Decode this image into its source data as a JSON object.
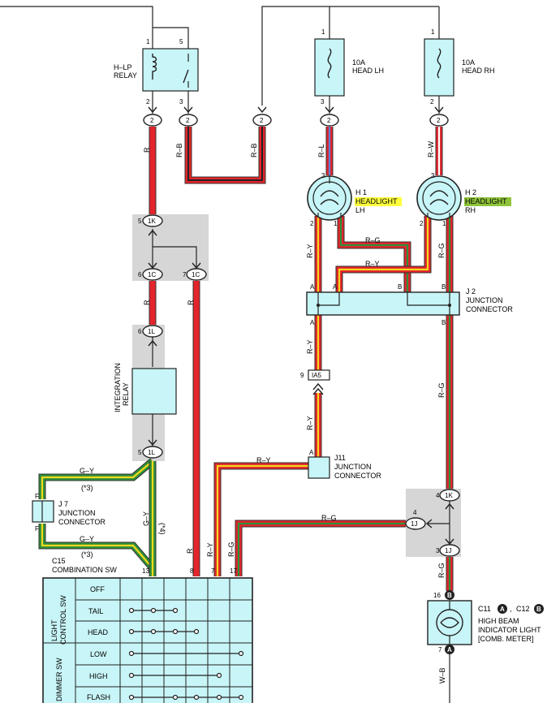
{
  "relay": {
    "label_1": "H–LP",
    "label_2": "RELAY",
    "pin_1": "1",
    "pin_5": "5",
    "pin_2": "2",
    "pin_3": "3"
  },
  "fuse_lh": {
    "amps": "10A",
    "label": "HEAD LH",
    "pin_top": "1",
    "pin_bottom": "3"
  },
  "fuse_rh": {
    "amps": "10A",
    "label": "HEAD RH",
    "pin_top": "1",
    "pin_bottom": "2"
  },
  "connectors": {
    "c_relay2": "2",
    "c_relay3": "2",
    "c_rb": "2",
    "c_lh": "2",
    "c_rh": "2",
    "c_1k_top": "1K",
    "c_1k_top_pin": "5",
    "c_1c_left": "1C",
    "c_1c_left_pin": "6",
    "c_1c_right": "1C",
    "c_1c_right_pin": "7",
    "c_1l_top": "1L",
    "c_1l_top_pin": "6",
    "c_1l_bot": "1L",
    "c_1l_bot_pin": "5",
    "c_ia5": "IA5",
    "c_ia5_pin": "9",
    "c_1k_right": "1K",
    "c_1k_right_pin": "4",
    "c_1j_left": "1J",
    "c_1j_left_pin": "4",
    "c_1j_right": "1J",
    "c_1j_right_pin": "3",
    "c_b": "B",
    "c_b_pin": "16",
    "c_a": "A",
    "c_a_pin": "7"
  },
  "wires": {
    "r1": "R",
    "rb1": "R–B",
    "rb2": "R–B",
    "rl": "R–L",
    "rw": "R–W",
    "r2": "R",
    "r3": "R",
    "ry1": "R–Y",
    "rg1": "R–G",
    "ry2": "R–Y",
    "rg2": "R–G",
    "ry3": "R–Y",
    "ry4": "R–Y",
    "rg3": "R–G",
    "ry5": "R–Y",
    "rg4": "R–G",
    "gy1": "G–Y",
    "gy1_note": "(*3)",
    "gy2": "G–Y",
    "gy2_note": "(*3)",
    "gy3": "G–Y",
    "gy3_note": "(*4)",
    "r4": "R",
    "ry6": "R–Y",
    "rg5": "R–G",
    "wb": "W–B"
  },
  "headlight_lh": {
    "code": "H 1",
    "label_1": "HEADLIGHT",
    "label_2": "LH",
    "pin_3": "3",
    "pin_2": "2",
    "pin_1": "1"
  },
  "headlight_rh": {
    "code": "H 2",
    "label_1": "HEADLIGHT",
    "label_2": "RH",
    "pin_3": "3",
    "pin_2": "2",
    "pin_1": "1"
  },
  "j2": {
    "code": "J 2",
    "label_1": "JUNCTION",
    "label_2": "CONNECTOR",
    "pin_a1": "A",
    "pin_a2": "A",
    "pin_b1": "B",
    "pin_b2": "B",
    "pin_a3": "A",
    "pin_b3": "B"
  },
  "integration_relay": {
    "label_1": "INTEGRATION",
    "label_2": "RELAY"
  },
  "j11": {
    "code": "J11",
    "label_1": "JUNCTION",
    "label_2": "CONNECTOR",
    "pin_a": "A"
  },
  "j7": {
    "code": "J 7",
    "label_1": "JUNCTION",
    "label_2": "CONNECTOR",
    "pin_f1": "F",
    "pin_f2": "F"
  },
  "combination_sw": {
    "code": "C15",
    "label": "COMBINATION SW",
    "pins": [
      "13",
      "8",
      "7",
      "17"
    ],
    "group_light": [
      "LIGHT",
      "CONTROL SW"
    ],
    "group_dimmer": "DIMMER SW",
    "rows": [
      "OFF",
      "TAIL",
      "HEAD",
      "LOW",
      "HIGH",
      "FLASH"
    ]
  },
  "indicator": {
    "codes": "C11",
    "code_a": "A",
    "comma": ",",
    "code_2": "C12",
    "code_b": "B",
    "label_1": "HIGH BEAM",
    "label_2": "INDICATOR LIGHT",
    "label_3": "[COMB. METER]"
  },
  "colors": {
    "red": "#e3242b",
    "green": "#2f8f3a",
    "yellow": "#f2d91d",
    "white": "#ffffff",
    "blue": "#5b7fd6",
    "black": "#222222",
    "cyan": "#c8f5f7",
    "gray": "#d6d6d6"
  }
}
